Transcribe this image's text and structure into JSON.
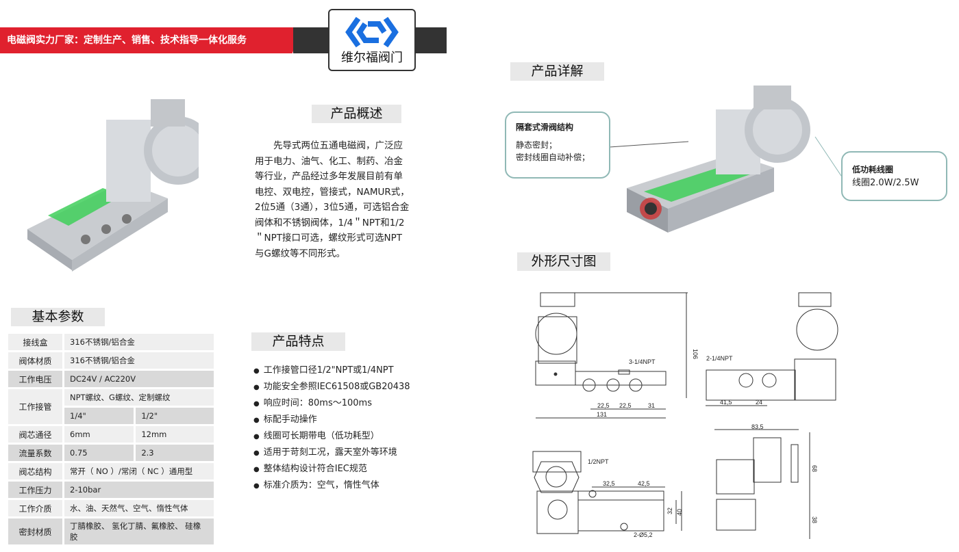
{
  "header": {
    "banner_text": "电磁阀实力厂家：定制生产、销售、技术指导一体化服务",
    "logo_text": "维尔福阀门",
    "brand_color": "#e0212e",
    "logo_color": "#1a6fe0"
  },
  "overview": {
    "title": "产品概述",
    "text": "先导式两位五通电磁阀，广泛应用于电力、油气、化工、制药、冶金等行业，产品经过多年发展目前有单电控、双电控，管接式，NAMUR式，2位5通（3通），3位5通，可选铝合金阀体和不锈钢阀体，1/4＂NPT和1/2＂NPT接口可选，螺纹形式可选NPT与G螺纹等不同形式。"
  },
  "params": {
    "title": "基本参数",
    "rows": [
      {
        "key": "接线盒",
        "value": "316不锈钢/铝合金"
      },
      {
        "key": "阀体材质",
        "value": "316不锈钢/铝合金"
      },
      {
        "key": "工作电压",
        "value": "DC24V   /  AC220V"
      },
      {
        "key": "工作接管",
        "value": "NPT螺纹、G螺纹、定制螺纹",
        "a": "1/4\"",
        "b": "1/2\""
      },
      {
        "key": "阀芯通径",
        "a": "6mm",
        "b": "12mm"
      },
      {
        "key": "流量系数",
        "a": "0.75",
        "b": "2.3"
      },
      {
        "key": "阀芯结构",
        "value": "常开（ NO ）/常闭（  NC ）通用型"
      },
      {
        "key": "工作压力",
        "value": "2-10bar"
      },
      {
        "key": "工作介质",
        "value": "水、油、天然气、空气、惰性气体"
      },
      {
        "key": "密封材质",
        "value": "丁腈橡胶、 氢化丁腈、氟橡胶、 硅橡胶"
      }
    ]
  },
  "features": {
    "title": "产品特点",
    "items": [
      "工作接管口径1/2\"NPT或1/4NPT",
      "功能安全参照IEC61508或GB20438",
      "响应时间：80ms～100ms",
      "标配手动操作",
      "线圈可长期带电（低功耗型）",
      "适用于苛刻工况，露天室外等环境",
      "整体结构设计符合IEC规范",
      "标准介质为：空气，惰性气体"
    ]
  },
  "detail": {
    "title": "产品详解",
    "callout1": {
      "title": "隔套式滑阀结构",
      "lines": [
        "静态密封；",
        "密封线圈自动补偿；"
      ]
    },
    "callout2": {
      "title": "低功耗线圈",
      "lines": [
        "线圈2.0W/2.5W"
      ]
    }
  },
  "dimensions": {
    "title": "外形尺寸图",
    "front": {
      "port": "3-1/4NPT",
      "d1": "22,5",
      "d2": "22,5",
      "d3": "31",
      "width": "131",
      "height": "106"
    },
    "side": {
      "port": "2-1/4NPT",
      "d1": "41,5",
      "d2": "24"
    },
    "end": {
      "port": "1/2NPT",
      "d1": "32,5",
      "d2": "42,5",
      "h1": "32",
      "h2": "40",
      "hole": "2-Ø5,2"
    },
    "top": {
      "width": "83,5",
      "h1": "68",
      "h2": "38"
    }
  }
}
